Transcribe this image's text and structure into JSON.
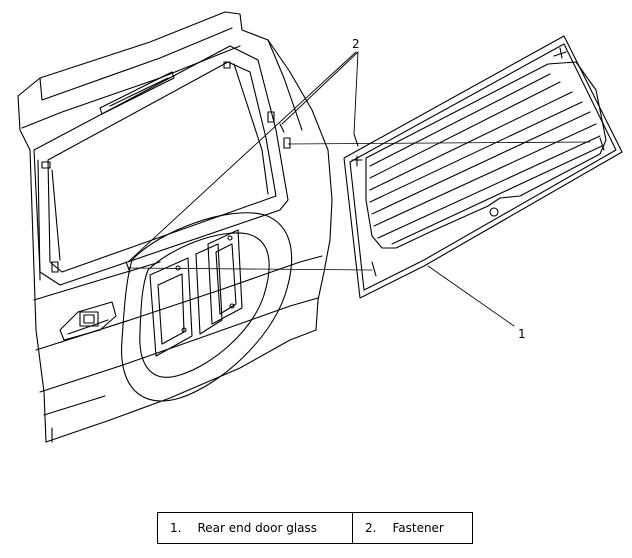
{
  "callouts": [
    {
      "id": "1",
      "text": "1"
    },
    {
      "id": "2",
      "text": "2"
    }
  ],
  "legend": [
    {
      "number": "1.",
      "label": "Rear end door glass"
    },
    {
      "number": "2.",
      "label": "Fastener"
    }
  ]
}
